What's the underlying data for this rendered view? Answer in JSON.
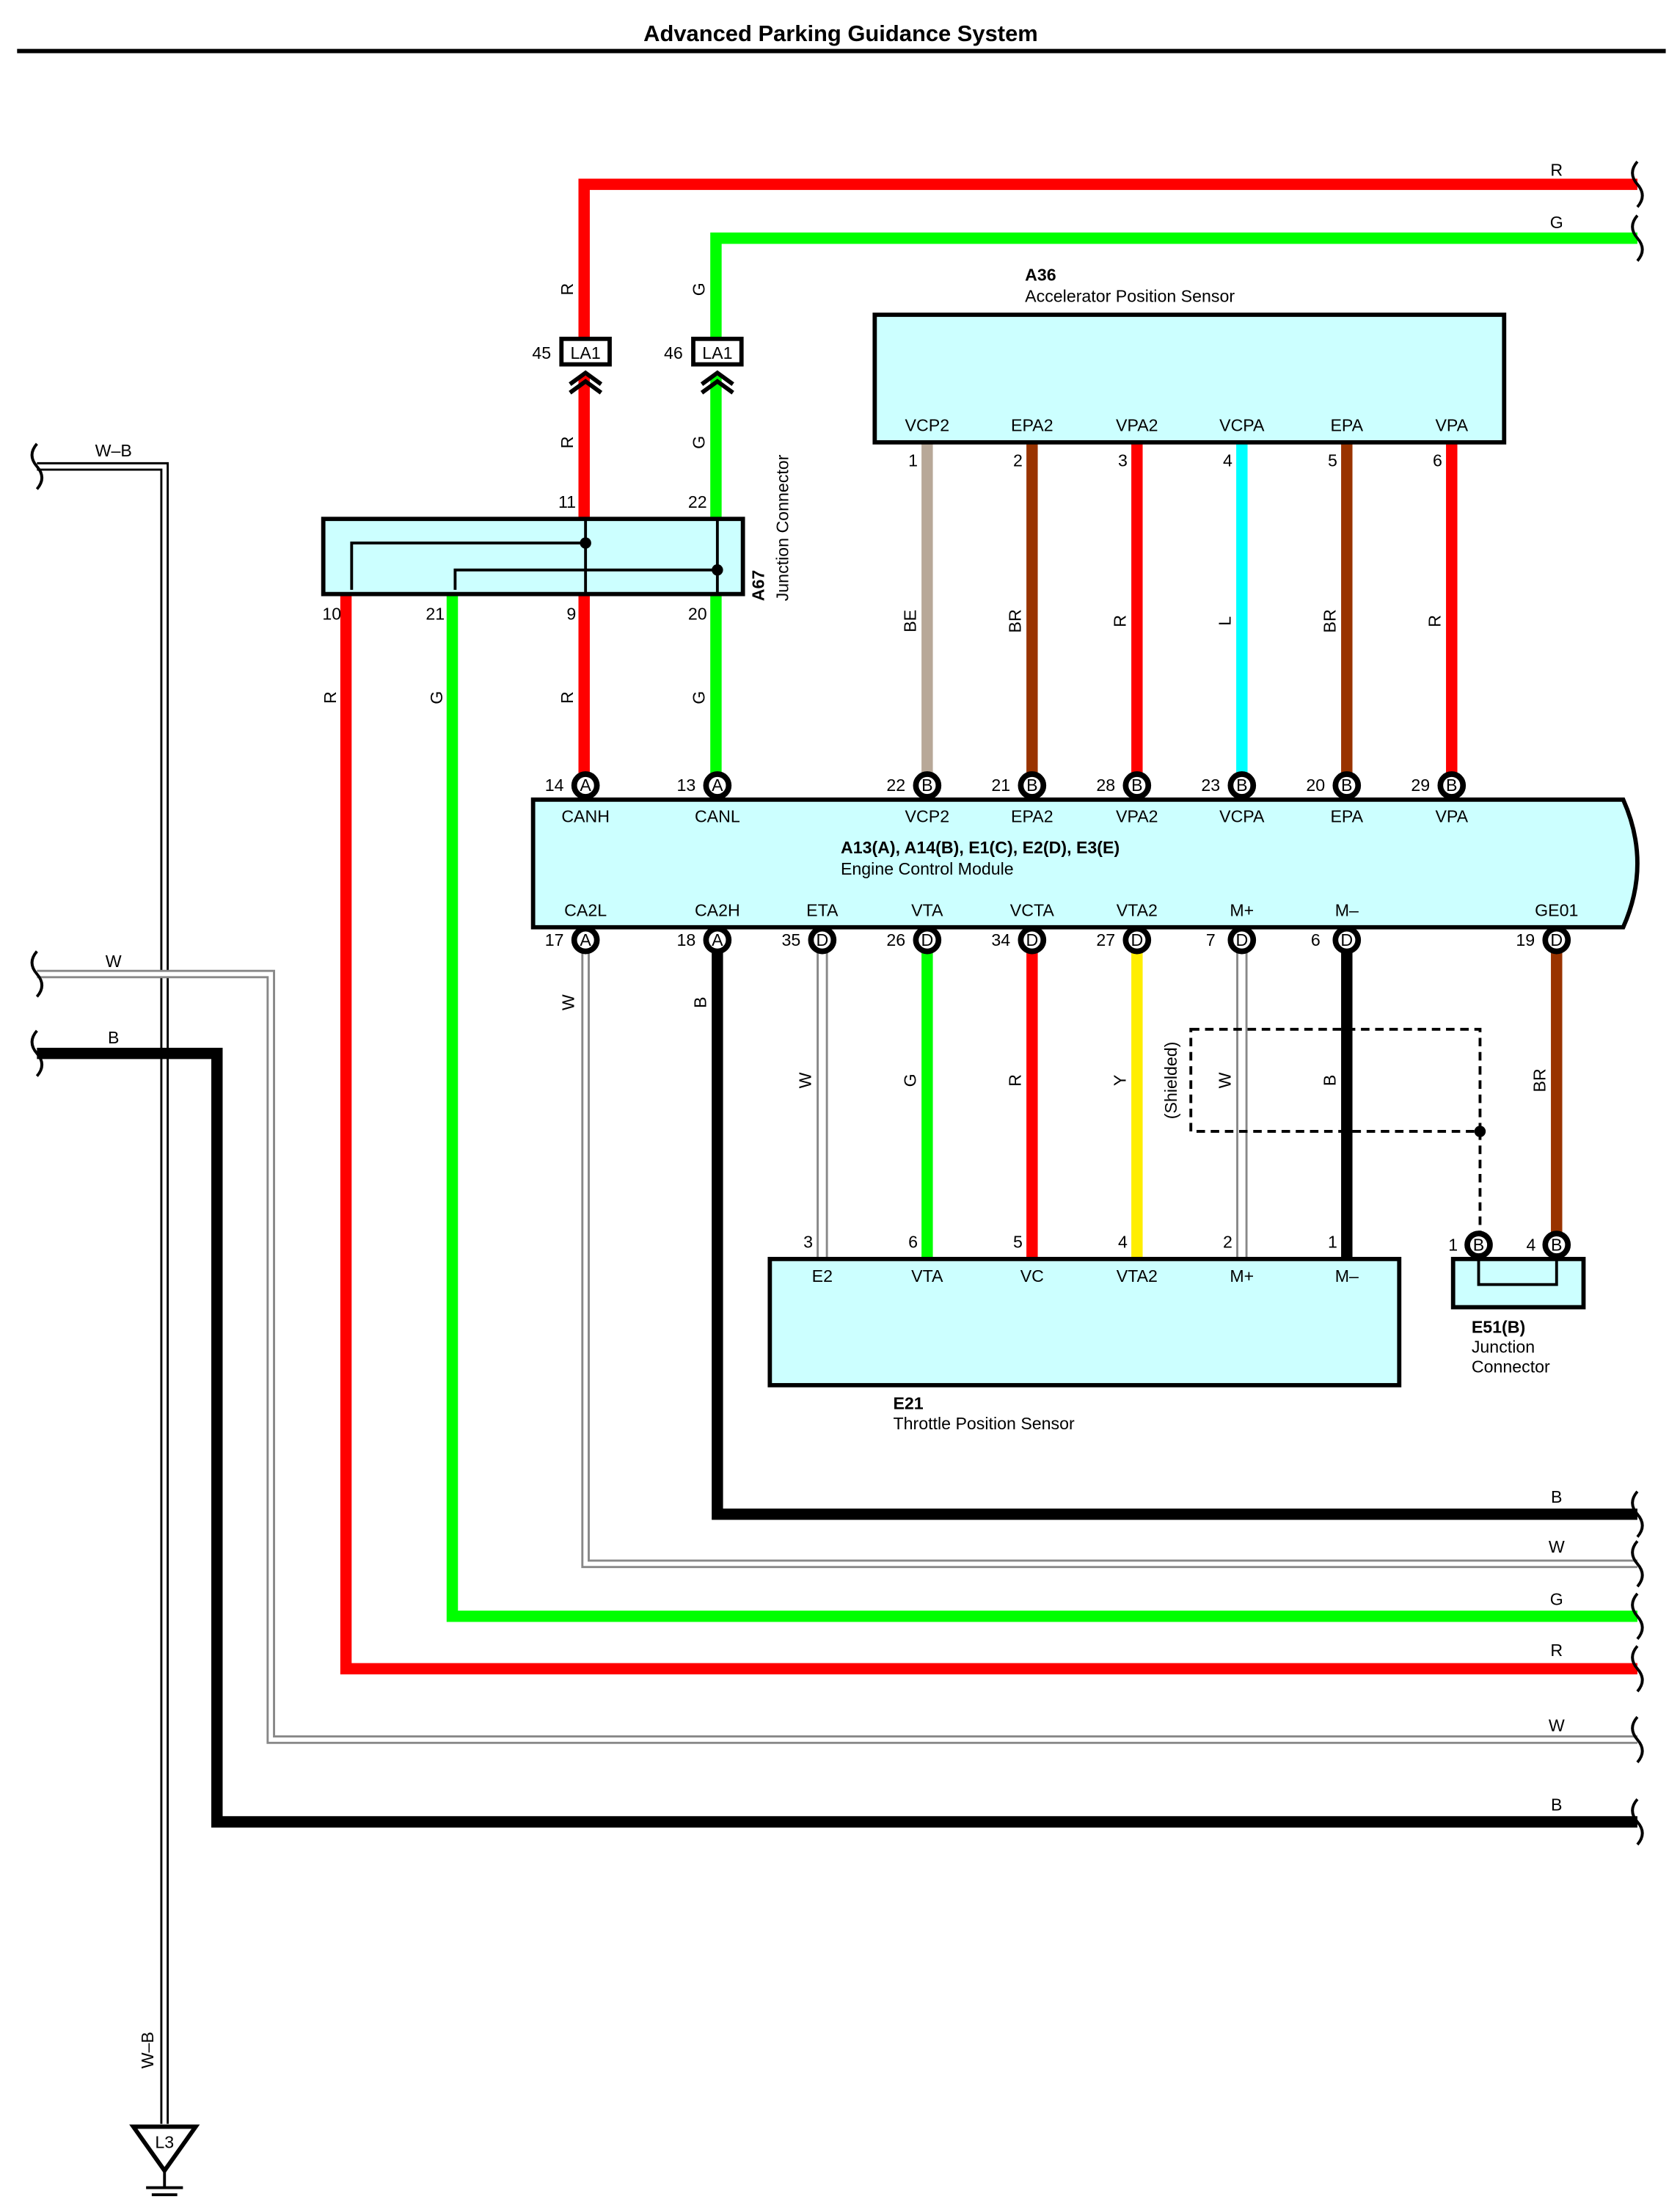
{
  "title": "Advanced Parking Guidance System",
  "colors": {
    "R": "#ff0000",
    "G": "#00ff00",
    "B": "#000000",
    "BR": "#993300",
    "BE": "#b8a898",
    "L": "#00ffff",
    "Y": "#ffee00",
    "box": "#ccffff"
  },
  "wire_codes": {
    "r": "R",
    "g": "G",
    "b": "B",
    "w": "W",
    "wb": "W–B",
    "br": "BR",
    "be": "BE",
    "l": "L",
    "y": "Y"
  },
  "a36": {
    "id": "A36",
    "name": "Accelerator Position Sensor",
    "pins": [
      {
        "num": "1",
        "name": "VCP2"
      },
      {
        "num": "2",
        "name": "EPA2"
      },
      {
        "num": "3",
        "name": "VPA2"
      },
      {
        "num": "4",
        "name": "VCPA"
      },
      {
        "num": "5",
        "name": "EPA"
      },
      {
        "num": "6",
        "name": "VPA"
      }
    ]
  },
  "a67": {
    "id": "A67",
    "name": "Junction Connector",
    "pins": {
      "p11": "11",
      "p22": "22",
      "p10": "10",
      "p21": "21",
      "p9": "9",
      "p20": "20"
    }
  },
  "la1": {
    "label": "LA1",
    "pin_r": "45",
    "pin_g": "46"
  },
  "ecm": {
    "ids": "A13(A), A14(B), E1(C), E2(D), E3(E)",
    "name": "Engine Control Module",
    "top_pins": [
      {
        "num": "14",
        "conn": "A",
        "name": "CANH"
      },
      {
        "num": "13",
        "conn": "A",
        "name": "CANL"
      },
      {
        "num": "22",
        "conn": "B",
        "name": "VCP2"
      },
      {
        "num": "21",
        "conn": "B",
        "name": "EPA2"
      },
      {
        "num": "28",
        "conn": "B",
        "name": "VPA2"
      },
      {
        "num": "23",
        "conn": "B",
        "name": "VCPA"
      },
      {
        "num": "20",
        "conn": "B",
        "name": "EPA"
      },
      {
        "num": "29",
        "conn": "B",
        "name": "VPA"
      }
    ],
    "bottom_pins": [
      {
        "num": "17",
        "conn": "A",
        "name": "CA2L"
      },
      {
        "num": "18",
        "conn": "A",
        "name": "CA2H"
      },
      {
        "num": "35",
        "conn": "D",
        "name": "ETA"
      },
      {
        "num": "26",
        "conn": "D",
        "name": "VTA"
      },
      {
        "num": "34",
        "conn": "D",
        "name": "VCTA"
      },
      {
        "num": "27",
        "conn": "D",
        "name": "VTA2"
      },
      {
        "num": "7",
        "conn": "D",
        "name": "M+"
      },
      {
        "num": "6",
        "conn": "D",
        "name": "M–"
      },
      {
        "num": "19",
        "conn": "D",
        "name": "GE01"
      }
    ]
  },
  "e21": {
    "id": "E21",
    "name": "Throttle Position Sensor",
    "pins": [
      {
        "num": "3",
        "name": "E2"
      },
      {
        "num": "6",
        "name": "VTA"
      },
      {
        "num": "5",
        "name": "VC"
      },
      {
        "num": "4",
        "name": "VTA2"
      },
      {
        "num": "2",
        "name": "M+"
      },
      {
        "num": "1",
        "name": "M–"
      }
    ]
  },
  "e51": {
    "id": "E51(B)",
    "name_line1": "Junction",
    "name_line2": "Connector",
    "pins": [
      {
        "num": "1",
        "conn": "B"
      },
      {
        "num": "4",
        "conn": "B"
      }
    ]
  },
  "shielded": "(Shielded)",
  "ground": {
    "label": "L3"
  }
}
